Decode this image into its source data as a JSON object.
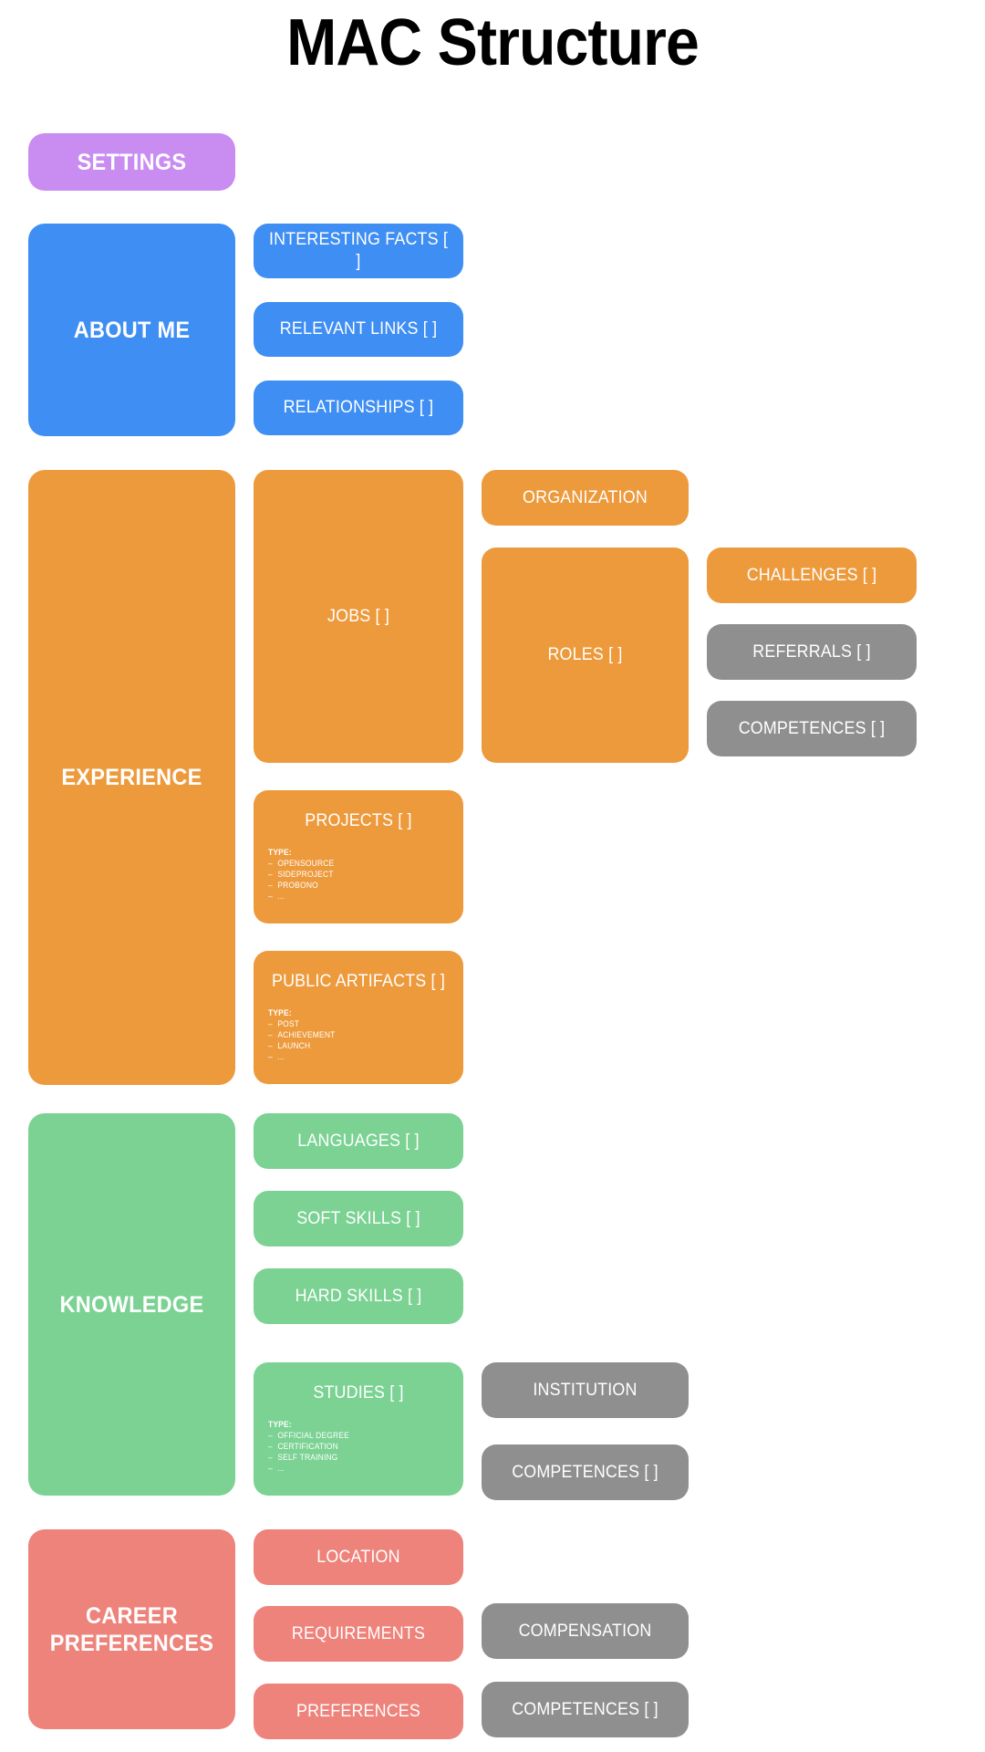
{
  "page": {
    "title": "MAC Structure"
  },
  "colors": {
    "settings": "#c98cf1",
    "about_me": "#3f8ef4",
    "experience": "#ed9a3c",
    "knowledge": "#7bd293",
    "career_preferences": "#ee837b",
    "secondary": "#908f8f",
    "background": "#ffffff",
    "text_on_node": "#ffffff",
    "title_text": "#000000"
  },
  "sections": {
    "settings": {
      "label": "SETTINGS"
    },
    "about_me": {
      "label": "ABOUT ME",
      "children": [
        {
          "label": "INTERESTING FACTS [ ]"
        },
        {
          "label": "RELEVANT LINKS [ ]"
        },
        {
          "label": "RELATIONSHIPS [ ]"
        }
      ]
    },
    "experience": {
      "label": "EXPERIENCE",
      "jobs": {
        "label": "JOBS [ ]"
      },
      "organization": {
        "label": "ORGANIZATION"
      },
      "roles": {
        "label": "ROLES [ ]"
      },
      "challenges": {
        "label": "CHALLENGES [ ]"
      },
      "referrals": {
        "label": "REFERRALS [ ]"
      },
      "competences": {
        "label": "COMPETENCES [ ]"
      },
      "projects": {
        "label": "PROJECTS [ ]",
        "type_title": "TYPE:",
        "type_items": [
          "OPENSOURCE",
          "SIDEPROJECT",
          "PROBONO",
          "..."
        ]
      },
      "public_artifacts": {
        "label": "PUBLIC ARTIFACTS [ ]",
        "type_title": "TYPE:",
        "type_items": [
          "POST",
          "ACHIEVEMENT",
          "LAUNCH",
          "..."
        ]
      }
    },
    "knowledge": {
      "label": "KNOWLEDGE",
      "languages": {
        "label": "LANGUAGES [ ]"
      },
      "soft_skills": {
        "label": "SOFT SKILLS [ ]"
      },
      "hard_skills": {
        "label": "HARD SKILLS [ ]"
      },
      "studies": {
        "label": "STUDIES [ ]",
        "type_title": "TYPE:",
        "type_items": [
          "OFFICIAL DEGREE",
          "CERTIFICATION",
          "SELF TRAINING",
          "..."
        ]
      },
      "institution": {
        "label": "INSTITUTION"
      },
      "competences": {
        "label": "COMPETENCES [ ]"
      }
    },
    "career_preferences": {
      "label": "CAREER\nPREFERENCES",
      "label_line1": "CAREER",
      "label_line2": "PREFERENCES",
      "location": {
        "label": "LOCATION"
      },
      "requirements": {
        "label": "REQUIREMENTS"
      },
      "preferences": {
        "label": "PREFERENCES"
      },
      "compensation": {
        "label": "COMPENSATION"
      },
      "competences": {
        "label": "COMPETENCES [ ]"
      }
    }
  }
}
